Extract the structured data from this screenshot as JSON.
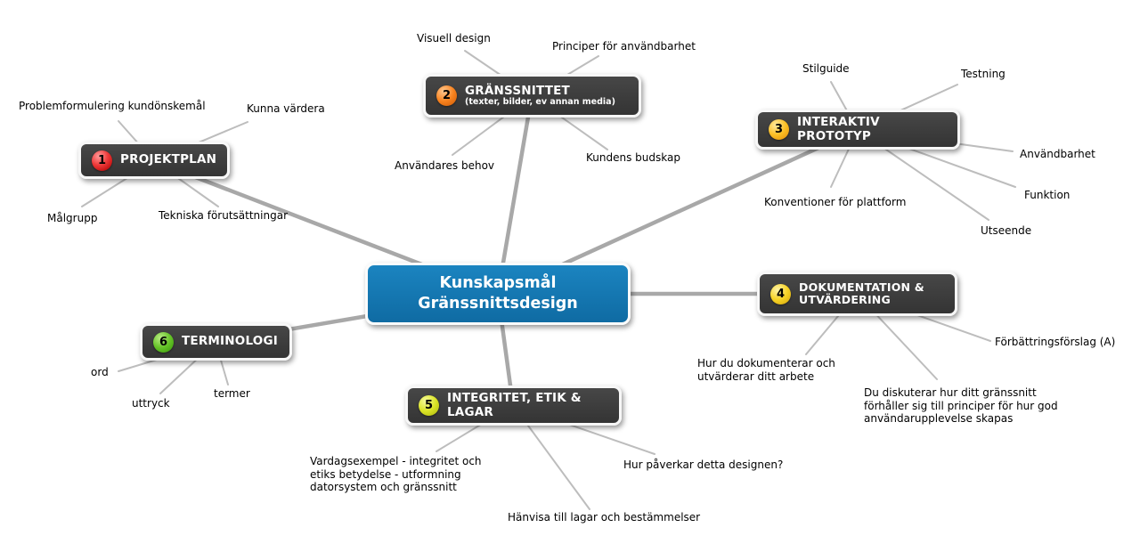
{
  "colors": {
    "background": "#ffffff",
    "root_fill": "#1377b1",
    "node_fill": "#3b3b3b",
    "node_border": "#f7f7f7",
    "branch_line": "#a8a8a8",
    "leaf_line": "#bdbdbd",
    "text_on_node": "#ffffff",
    "leaf_text": "#000000"
  },
  "mindmap": {
    "root": {
      "label": "Kunskapsmål\nGränssnittsdesign"
    },
    "branches": [
      {
        "number": "1",
        "label": "PROJEKTPLAN",
        "badge_color": "#e32222",
        "children": [
          "Problemformulering kundönskemål",
          "Kunna värdera",
          "Målgrupp",
          "Tekniska förutsättningar"
        ]
      },
      {
        "number": "2",
        "label": "GRÄNSSNITTET",
        "subtitle": "(texter, bilder, ev annan media)",
        "badge_color": "#f5791c",
        "children": [
          "Visuell design",
          "Principer för användbarhet",
          "Användares behov",
          "Kundens budskap"
        ]
      },
      {
        "number": "3",
        "label": "INTERAKTIV PROTOTYP",
        "badge_color": "#f6b211",
        "children": [
          "Stilguide",
          "Testning",
          "Användbarhet",
          "Funktion",
          "Utseende",
          "Konventioner för plattform"
        ]
      },
      {
        "number": "4",
        "label": "DOKUMENTATION &\nUTVÄRDERING",
        "badge_color": "#f2c70f",
        "children": [
          "Förbättringsförslag (A)",
          "Hur du dokumenterar och\nutvärderar ditt arbete",
          "Du diskuterar hur ditt gränssnitt\nförhåller sig till principer för hur god\nanvändarupplevelse skapas"
        ]
      },
      {
        "number": "5",
        "label": "INTEGRITET, ETIK & LAGAR",
        "badge_color": "#d6df20",
        "children": [
          "Vardagsexempel - integritet och\netiks betydelse - utformning\ndatorsystem och gränssnitt",
          "Hur påverkar detta designen?",
          "Hänvisa till lagar och bestämmelser"
        ]
      },
      {
        "number": "6",
        "label": "TERMINOLOGI",
        "badge_color": "#55bd1d",
        "children": [
          "ord",
          "uttryck",
          "termer"
        ]
      }
    ]
  }
}
